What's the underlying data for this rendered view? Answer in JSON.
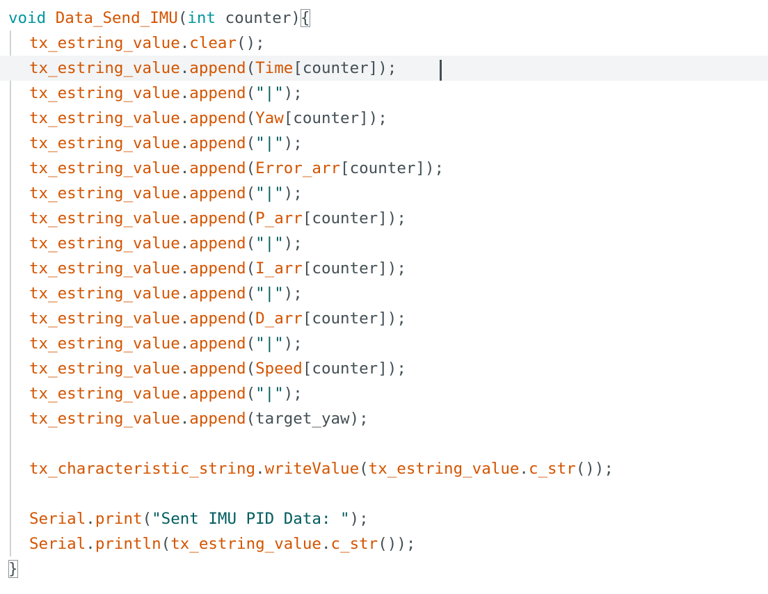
{
  "colors": {
    "keyword": "#00979d",
    "function": "#d35400",
    "plain": "#434f54",
    "string": "#005c5f",
    "current_line": "#f2f4f5"
  },
  "lines": [
    {
      "flush": true,
      "tokens": [
        {
          "t": "void",
          "c": "keyword"
        },
        {
          "t": " ",
          "c": "plain"
        },
        {
          "t": "Data_Send_IMU",
          "c": "function"
        },
        {
          "t": "(",
          "c": "plain"
        },
        {
          "t": "int",
          "c": "keyword"
        },
        {
          "t": " counter)",
          "c": "plain"
        },
        {
          "t": "{",
          "c": "plain",
          "box": true
        }
      ]
    },
    {
      "tokens": [
        {
          "t": "tx_estring_value",
          "c": "function"
        },
        {
          "t": ".",
          "c": "plain"
        },
        {
          "t": "clear",
          "c": "function"
        },
        {
          "t": "();",
          "c": "plain"
        }
      ]
    },
    {
      "current": true,
      "tokens": [
        {
          "t": "tx_estring_value",
          "c": "function"
        },
        {
          "t": ".",
          "c": "plain"
        },
        {
          "t": "append",
          "c": "function"
        },
        {
          "t": "(",
          "c": "plain"
        },
        {
          "t": "Time",
          "c": "function"
        },
        {
          "t": "[counter]);",
          "c": "plain"
        }
      ]
    },
    {
      "tokens": [
        {
          "t": "tx_estring_value",
          "c": "function"
        },
        {
          "t": ".",
          "c": "plain"
        },
        {
          "t": "append",
          "c": "function"
        },
        {
          "t": "(",
          "c": "plain"
        },
        {
          "t": "\"|\"",
          "c": "string"
        },
        {
          "t": ");",
          "c": "plain"
        }
      ]
    },
    {
      "tokens": [
        {
          "t": "tx_estring_value",
          "c": "function"
        },
        {
          "t": ".",
          "c": "plain"
        },
        {
          "t": "append",
          "c": "function"
        },
        {
          "t": "(",
          "c": "plain"
        },
        {
          "t": "Yaw",
          "c": "function"
        },
        {
          "t": "[counter]);",
          "c": "plain"
        }
      ]
    },
    {
      "tokens": [
        {
          "t": "tx_estring_value",
          "c": "function"
        },
        {
          "t": ".",
          "c": "plain"
        },
        {
          "t": "append",
          "c": "function"
        },
        {
          "t": "(",
          "c": "plain"
        },
        {
          "t": "\"|\"",
          "c": "string"
        },
        {
          "t": ");",
          "c": "plain"
        }
      ]
    },
    {
      "tokens": [
        {
          "t": "tx_estring_value",
          "c": "function"
        },
        {
          "t": ".",
          "c": "plain"
        },
        {
          "t": "append",
          "c": "function"
        },
        {
          "t": "(",
          "c": "plain"
        },
        {
          "t": "Error_arr",
          "c": "function"
        },
        {
          "t": "[counter]);",
          "c": "plain"
        }
      ]
    },
    {
      "tokens": [
        {
          "t": "tx_estring_value",
          "c": "function"
        },
        {
          "t": ".",
          "c": "plain"
        },
        {
          "t": "append",
          "c": "function"
        },
        {
          "t": "(",
          "c": "plain"
        },
        {
          "t": "\"|\"",
          "c": "string"
        },
        {
          "t": ");",
          "c": "plain"
        }
      ]
    },
    {
      "tokens": [
        {
          "t": "tx_estring_value",
          "c": "function"
        },
        {
          "t": ".",
          "c": "plain"
        },
        {
          "t": "append",
          "c": "function"
        },
        {
          "t": "(",
          "c": "plain"
        },
        {
          "t": "P_arr",
          "c": "function"
        },
        {
          "t": "[counter]);",
          "c": "plain"
        }
      ]
    },
    {
      "tokens": [
        {
          "t": "tx_estring_value",
          "c": "function"
        },
        {
          "t": ".",
          "c": "plain"
        },
        {
          "t": "append",
          "c": "function"
        },
        {
          "t": "(",
          "c": "plain"
        },
        {
          "t": "\"|\"",
          "c": "string"
        },
        {
          "t": ");",
          "c": "plain"
        }
      ]
    },
    {
      "tokens": [
        {
          "t": "tx_estring_value",
          "c": "function"
        },
        {
          "t": ".",
          "c": "plain"
        },
        {
          "t": "append",
          "c": "function"
        },
        {
          "t": "(",
          "c": "plain"
        },
        {
          "t": "I_arr",
          "c": "function"
        },
        {
          "t": "[counter]);",
          "c": "plain"
        }
      ]
    },
    {
      "tokens": [
        {
          "t": "tx_estring_value",
          "c": "function"
        },
        {
          "t": ".",
          "c": "plain"
        },
        {
          "t": "append",
          "c": "function"
        },
        {
          "t": "(",
          "c": "plain"
        },
        {
          "t": "\"|\"",
          "c": "string"
        },
        {
          "t": ");",
          "c": "plain"
        }
      ]
    },
    {
      "tokens": [
        {
          "t": "tx_estring_value",
          "c": "function"
        },
        {
          "t": ".",
          "c": "plain"
        },
        {
          "t": "append",
          "c": "function"
        },
        {
          "t": "(",
          "c": "plain"
        },
        {
          "t": "D_arr",
          "c": "function"
        },
        {
          "t": "[counter]);",
          "c": "plain"
        }
      ]
    },
    {
      "tokens": [
        {
          "t": "tx_estring_value",
          "c": "function"
        },
        {
          "t": ".",
          "c": "plain"
        },
        {
          "t": "append",
          "c": "function"
        },
        {
          "t": "(",
          "c": "plain"
        },
        {
          "t": "\"|\"",
          "c": "string"
        },
        {
          "t": ");",
          "c": "plain"
        }
      ]
    },
    {
      "tokens": [
        {
          "t": "tx_estring_value",
          "c": "function"
        },
        {
          "t": ".",
          "c": "plain"
        },
        {
          "t": "append",
          "c": "function"
        },
        {
          "t": "(",
          "c": "plain"
        },
        {
          "t": "Speed",
          "c": "function"
        },
        {
          "t": "[counter]);",
          "c": "plain"
        }
      ]
    },
    {
      "tokens": [
        {
          "t": "tx_estring_value",
          "c": "function"
        },
        {
          "t": ".",
          "c": "plain"
        },
        {
          "t": "append",
          "c": "function"
        },
        {
          "t": "(",
          "c": "plain"
        },
        {
          "t": "\"|\"",
          "c": "string"
        },
        {
          "t": ");",
          "c": "plain"
        }
      ]
    },
    {
      "tokens": [
        {
          "t": "tx_estring_value",
          "c": "function"
        },
        {
          "t": ".",
          "c": "plain"
        },
        {
          "t": "append",
          "c": "function"
        },
        {
          "t": "(target_yaw);",
          "c": "plain"
        }
      ]
    },
    {
      "tokens": []
    },
    {
      "tokens": [
        {
          "t": "tx_characteristic_string",
          "c": "function"
        },
        {
          "t": ".",
          "c": "plain"
        },
        {
          "t": "writeValue",
          "c": "function"
        },
        {
          "t": "(",
          "c": "plain"
        },
        {
          "t": "tx_estring_value",
          "c": "function"
        },
        {
          "t": ".",
          "c": "plain"
        },
        {
          "t": "c_str",
          "c": "function"
        },
        {
          "t": "());",
          "c": "plain"
        }
      ]
    },
    {
      "tokens": []
    },
    {
      "tokens": [
        {
          "t": "Serial",
          "c": "function"
        },
        {
          "t": ".",
          "c": "plain"
        },
        {
          "t": "print",
          "c": "function"
        },
        {
          "t": "(",
          "c": "plain"
        },
        {
          "t": "\"Sent IMU PID Data: \"",
          "c": "string"
        },
        {
          "t": ");",
          "c": "plain"
        }
      ]
    },
    {
      "tokens": [
        {
          "t": "Serial",
          "c": "function"
        },
        {
          "t": ".",
          "c": "plain"
        },
        {
          "t": "println",
          "c": "function"
        },
        {
          "t": "(",
          "c": "plain"
        },
        {
          "t": "tx_estring_value",
          "c": "function"
        },
        {
          "t": ".",
          "c": "plain"
        },
        {
          "t": "c_str",
          "c": "function"
        },
        {
          "t": "());",
          "c": "plain"
        }
      ]
    },
    {
      "flush": true,
      "tokens": [
        {
          "t": "}",
          "c": "plain",
          "box": true
        }
      ]
    }
  ]
}
